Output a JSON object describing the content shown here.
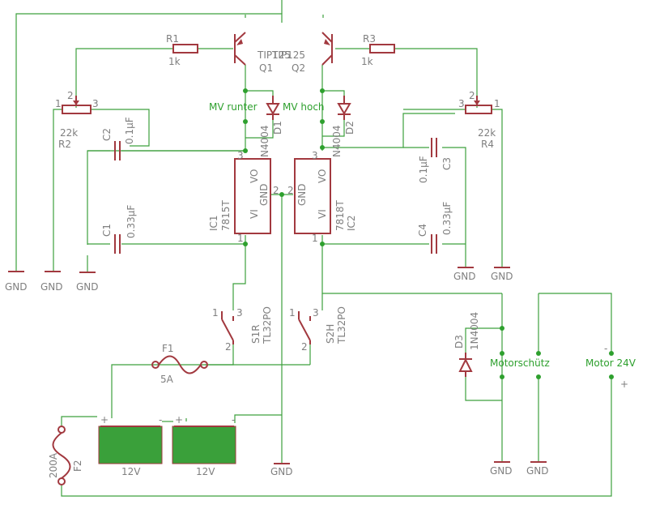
{
  "components": {
    "q1": {
      "name": "Q1",
      "value": "TIP125"
    },
    "q2": {
      "name": "Q2",
      "value": "TIP125"
    },
    "r1": {
      "name": "R1",
      "value": "1k"
    },
    "r3": {
      "name": "R3",
      "value": "1k"
    },
    "r2": {
      "name": "R2",
      "value": "22k",
      "pins": [
        "1",
        "2",
        "3"
      ]
    },
    "r4": {
      "name": "R4",
      "value": "22k",
      "pins": [
        "3",
        "2",
        "1"
      ]
    },
    "c1": {
      "name": "C1",
      "value": "0.33µF"
    },
    "c2": {
      "name": "C2",
      "value": "0.1µF"
    },
    "c3": {
      "name": "C3",
      "value": "0.1µF"
    },
    "c4": {
      "name": "C4",
      "value": "0.33µF"
    },
    "d1": {
      "name": "D1",
      "value": "N4004"
    },
    "d2": {
      "name": "D2",
      "value": "N4004"
    },
    "d3": {
      "name": "D3",
      "value": "1N4004"
    },
    "ic1": {
      "name": "IC1",
      "value": "7815T",
      "pin_vo": "VO",
      "pin_vi": "VI",
      "pin_gnd": "GND",
      "pins": [
        "3",
        "1",
        "2"
      ]
    },
    "ic2": {
      "name": "IC2",
      "value": "7818T",
      "pin_vo": "VO",
      "pin_vi": "VI",
      "pin_gnd": "GND",
      "pins": [
        "3",
        "1",
        "2"
      ]
    },
    "s1": {
      "name": "S1R",
      "value": "TL32PO",
      "pins": [
        "1",
        "3",
        "2"
      ]
    },
    "s2": {
      "name": "S2H",
      "value": "TL32PO",
      "pins": [
        "1",
        "3",
        "2"
      ]
    },
    "f1": {
      "name": "F1",
      "value": "5A"
    },
    "f2": {
      "name": "F2",
      "value": "200A"
    },
    "bat1": {
      "value": "12V",
      "plus": "+",
      "minus": "-"
    },
    "bat2": {
      "value": "12V",
      "plus": "+",
      "minus": "-"
    }
  },
  "nets": {
    "mv_runter": "MV runter",
    "mv_hoch": "MV hoch",
    "motorschutz": "Motorschütz",
    "motor": "Motor 24V",
    "motor_minus": "-",
    "motor_plus": "+"
  },
  "gnd_label": "GND"
}
